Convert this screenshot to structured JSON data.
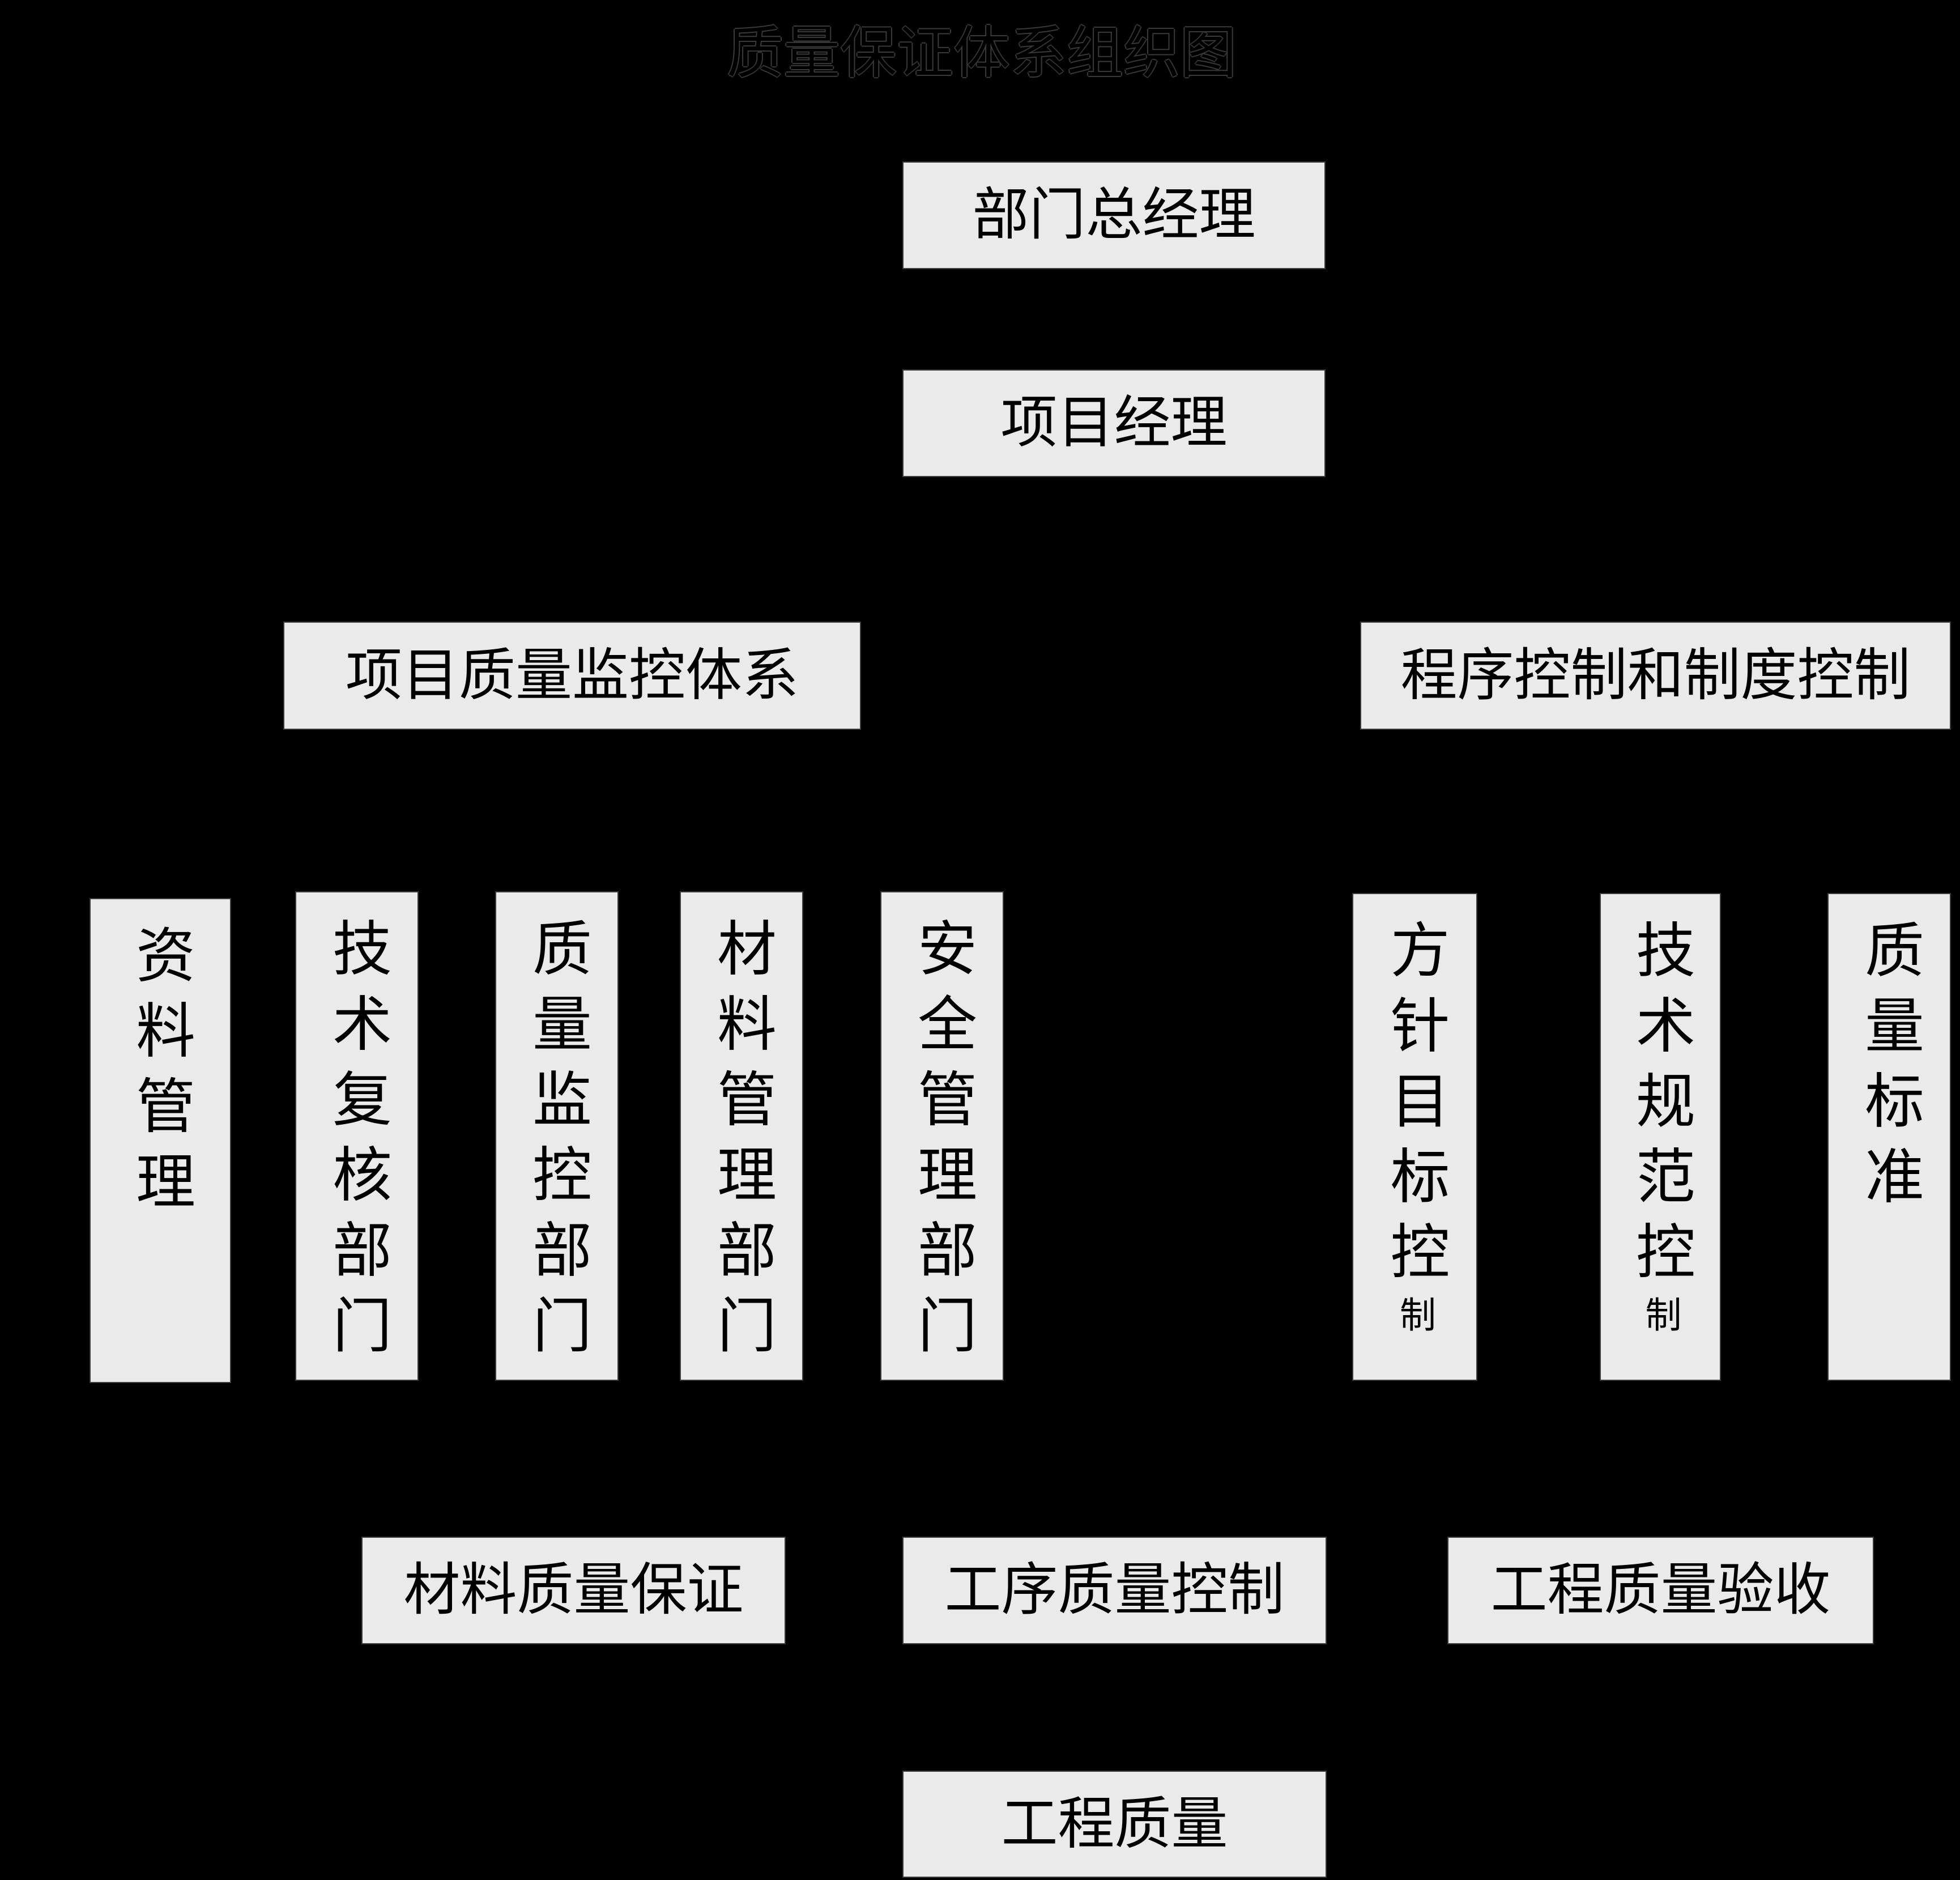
{
  "title": "质量保证体系组织图",
  "colors": {
    "background": "#000000",
    "box_fill": "#eaeaea",
    "box_border": "#3c3c3c",
    "text": "#000000",
    "title_outline": "#3a3a3a"
  },
  "chart": {
    "root": {
      "label": "部门总经理"
    },
    "manager": {
      "label": "项目经理"
    },
    "branches": {
      "left": {
        "label": "项目质量监控体系"
      },
      "right": {
        "label": "程序控制和制度控制"
      }
    },
    "departments": [
      {
        "main": "资料管理",
        "tail": ""
      },
      {
        "main": "技术复核部门",
        "tail": ""
      },
      {
        "main": "质量监控部门",
        "tail": ""
      },
      {
        "main": "材料管理部门",
        "tail": ""
      },
      {
        "main": "安全管理部门",
        "tail": ""
      }
    ],
    "controls": [
      {
        "main": "方针目标控",
        "tail": "制"
      },
      {
        "main": "技术规范控",
        "tail": "制"
      },
      {
        "main": "质量标准",
        "tail": ""
      }
    ],
    "outcomes": [
      {
        "label": "材料质量保证"
      },
      {
        "label": "工序质量控制"
      },
      {
        "label": "工程质量验收"
      }
    ],
    "result": {
      "label": "工程质量"
    }
  }
}
